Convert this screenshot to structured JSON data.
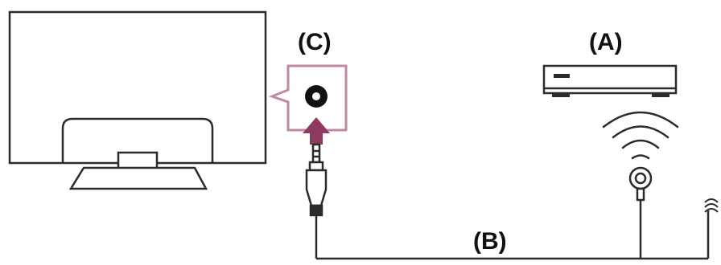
{
  "labels": {
    "device_a": "(A)",
    "cable_b": "(B)",
    "port_c": "(C)"
  },
  "colors": {
    "outline": "#2b2b2b",
    "highlight": "#c08aa5",
    "arrow": "#8e3a60",
    "background": "#ffffff"
  },
  "icons": [
    "tv-icon",
    "audio-jack-icon",
    "plug-icon",
    "network-device-icon",
    "wifi-icon",
    "microphone-icon"
  ]
}
